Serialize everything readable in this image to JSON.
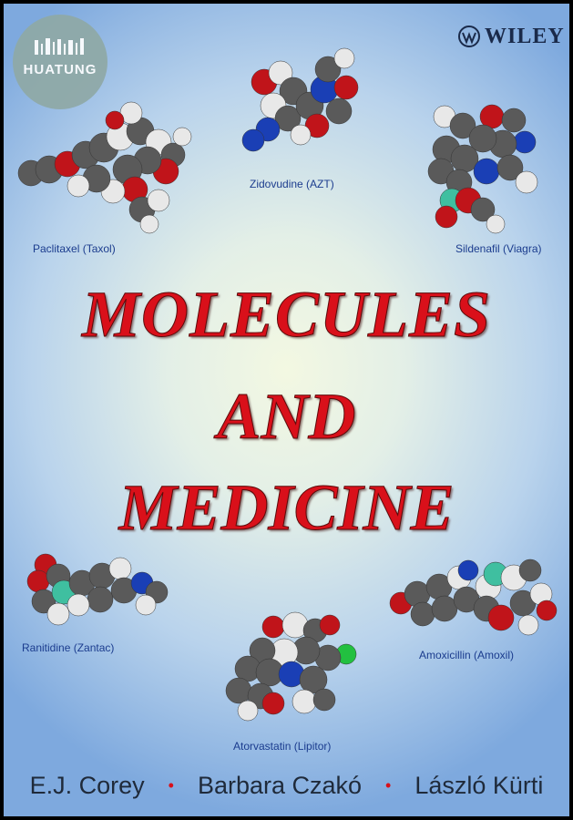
{
  "publisher": {
    "logo_icon": "wiley-emblem-icon",
    "name": "WILEY"
  },
  "watermark": {
    "text": "HUATUNG"
  },
  "molecules": [
    {
      "id": "paclitaxel",
      "label": "Paclitaxel (Taxol)"
    },
    {
      "id": "zidovudine",
      "label": "Zidovudine (AZT)"
    },
    {
      "id": "sildenafil",
      "label": "Sildenafil (Viagra)"
    },
    {
      "id": "ranitidine",
      "label": "Ranitidine (Zantac)"
    },
    {
      "id": "atorvastatin",
      "label": "Atorvastatin (Lipitor)"
    },
    {
      "id": "amoxicillin",
      "label": "Amoxicillin (Amoxil)"
    }
  ],
  "title": {
    "line1": "MOLECULES",
    "line2": "AND",
    "line3": "MEDICINE"
  },
  "authors": [
    "E.J. Corey",
    "Barbara Czakó",
    "László Kürti"
  ],
  "separator": "•",
  "colors": {
    "title_red": "#d9101a",
    "label_blue": "#1b3c8e",
    "atom_carbon": "#5a5a5a",
    "atom_oxygen": "#c0141a",
    "atom_nitrogen": "#1a3fb5",
    "atom_hydrogen": "#e8e8e8",
    "atom_sulfur": "#3fbfa0",
    "atom_chlorine": "#22c040"
  }
}
